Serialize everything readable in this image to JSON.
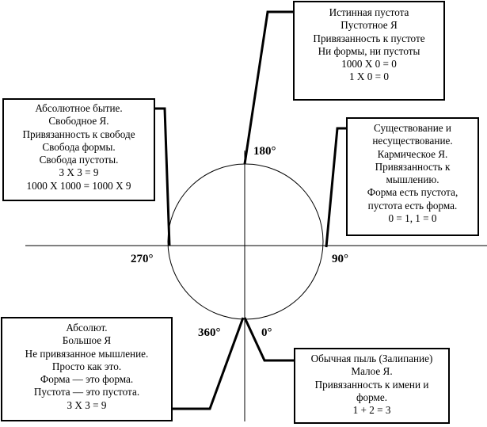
{
  "diagram": {
    "angles": {
      "a0": "0°",
      "a90": "90°",
      "a180": "180°",
      "a270": "270°",
      "a360": "360°"
    },
    "boxes": {
      "top": [
        "Истинная пустота",
        "Пустотное Я",
        "Привязанность к пустоте",
        "Ни формы, ни пустоты",
        "1000 X 0 = 0",
        "1 X 0 = 0"
      ],
      "left": [
        "Абсолютное бытие.",
        "Свободное Я.",
        "Привязанность к свободе",
        "Свобода формы.",
        "Свобода пустоты.",
        "3 X 3 = 9",
        "1000 X 1000 = 1000 X 9"
      ],
      "right": [
        "Существование и",
        "несуществование.",
        "Кармическое Я.",
        "Привязанность к",
        "мышлению.",
        "Форма есть пустота,",
        "пустота есть форма.",
        "0 = 1,  1 = 0"
      ],
      "bottom_left": [
        "Абсолют.",
        "Большое Я",
        "Не привязанное мышление.",
        "Просто как это.",
        "Форма — это форма.",
        "Пустота — это пустота.",
        "3 X 3 = 9"
      ],
      "bottom_right": [
        "Обычная пыль (Залипание)",
        "Малое Я.",
        "Привязанность к имени и",
        "форме.",
        "1 + 2 = 3"
      ]
    }
  }
}
